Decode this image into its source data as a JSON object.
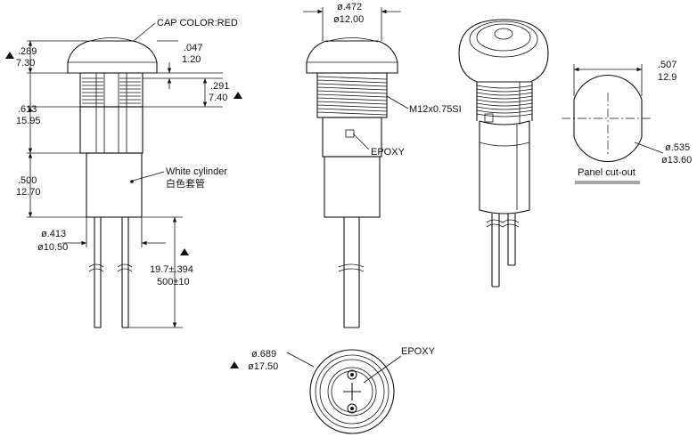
{
  "labels": {
    "cap_color": "CAP COLOR:RED",
    "cap_height_in": ".289",
    "cap_height_mm": "7.30",
    "bezel_in": ".047",
    "bezel_mm": "1.20",
    "thread_offset_in": ".291",
    "thread_offset_mm": "7.40",
    "thread_len_in": ".613",
    "thread_len_mm": "15.95",
    "cylinder_len_in": ".500",
    "cylinder_len_mm": "12.70",
    "cylinder_note_en": "White cylinder",
    "cylinder_note_cn": "白色套管",
    "cyl_dia_in": "ø.413",
    "cyl_dia_mm": "ø10.50",
    "lead_len_in": "19.7±.394",
    "lead_len_mm": "500±10",
    "cap_dia_in": "ø.472",
    "cap_dia_mm": "ø12.00",
    "thread_spec": "M12x0.75SI",
    "epoxy_side": "EPOXY",
    "cutout_width_in": ".507",
    "cutout_width_mm": "12.9",
    "cutout_dia_in": "ø.535",
    "cutout_dia_mm": "ø13.60",
    "panel_cutout": "Panel cut-out",
    "nut_dia_in": "ø.689",
    "nut_dia_mm": "ø17.50",
    "epoxy_bottom": "EPOXY"
  },
  "colors": {
    "line": "#111111",
    "background": "#ffffff"
  }
}
